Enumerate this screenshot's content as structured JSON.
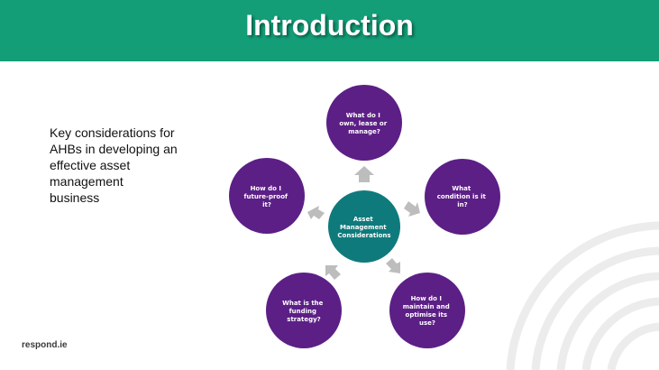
{
  "slide": {
    "title": "Introduction",
    "intro_lines": [
      "Key considerations for",
      "AHBs in developing an",
      "effective asset",
      "management",
      "business"
    ],
    "footer_brand": "respond.ie"
  },
  "diagram": {
    "center": {
      "lines": [
        "Asset",
        "Management",
        "Considerations"
      ],
      "color": "#0f7a7c"
    },
    "nodes": [
      {
        "id": "own",
        "lines": [
          "What do I",
          "own, lease or",
          "manage?"
        ]
      },
      {
        "id": "condition",
        "lines": [
          "What",
          "condition is it",
          "in?"
        ]
      },
      {
        "id": "maintain",
        "lines": [
          "How do I",
          "maintain and",
          "optimise its",
          "use?"
        ]
      },
      {
        "id": "funding",
        "lines": [
          "What is the",
          "funding",
          "strategy?"
        ]
      },
      {
        "id": "future",
        "lines": [
          "How do I",
          "future-proof",
          "it?"
        ]
      }
    ],
    "node_color": "#5c1f86",
    "arrow_color": "#bdbdbd"
  },
  "colors": {
    "header": "#139e78",
    "title_text": "#ffffff"
  }
}
